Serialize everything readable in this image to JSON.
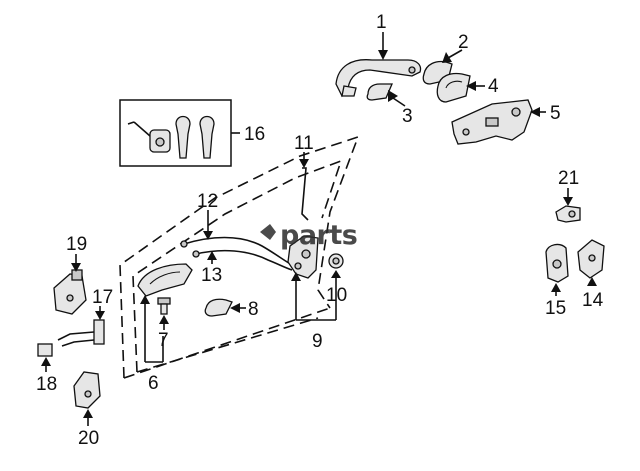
{
  "watermark": "parts",
  "callouts": [
    {
      "id": "c1",
      "label": "1"
    },
    {
      "id": "c2",
      "label": "2"
    },
    {
      "id": "c3",
      "label": "3"
    },
    {
      "id": "c4",
      "label": "4"
    },
    {
      "id": "c5",
      "label": "5"
    },
    {
      "id": "c6",
      "label": "6"
    },
    {
      "id": "c7",
      "label": "7"
    },
    {
      "id": "c8",
      "label": "8"
    },
    {
      "id": "c9",
      "label": "9"
    },
    {
      "id": "c10",
      "label": "10"
    },
    {
      "id": "c11",
      "label": "11"
    },
    {
      "id": "c12",
      "label": "12"
    },
    {
      "id": "c13",
      "label": "13"
    },
    {
      "id": "c14",
      "label": "14"
    },
    {
      "id": "c15",
      "label": "15"
    },
    {
      "id": "c16",
      "label": "16"
    },
    {
      "id": "c17",
      "label": "17"
    },
    {
      "id": "c18",
      "label": "18"
    },
    {
      "id": "c19",
      "label": "19"
    },
    {
      "id": "c20",
      "label": "20"
    },
    {
      "id": "c21",
      "label": "21"
    }
  ]
}
